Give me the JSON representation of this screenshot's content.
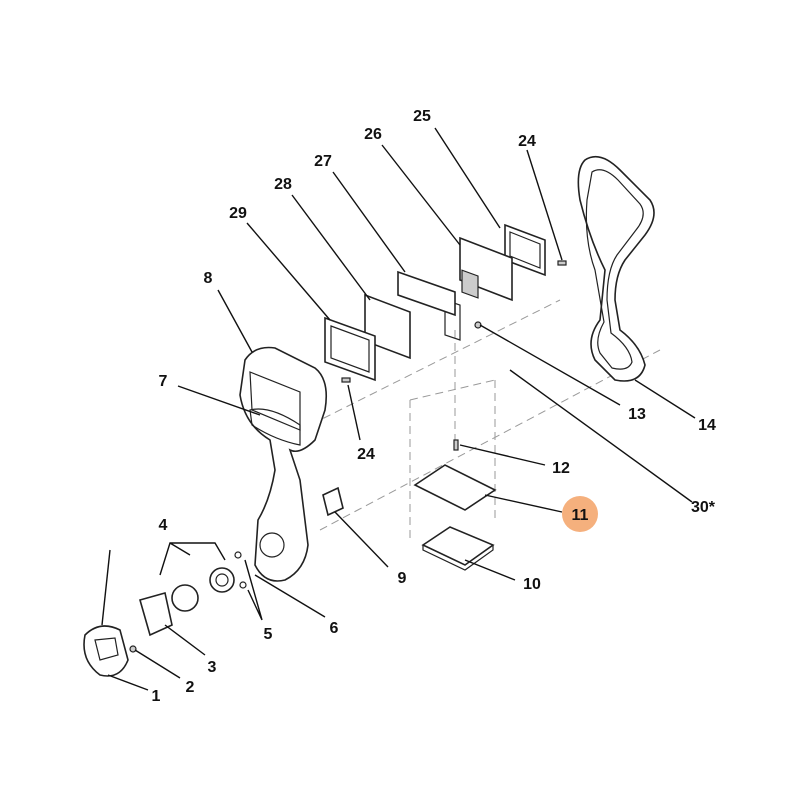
{
  "diagram": {
    "highlight_color": "#f5b07d",
    "callouts": [
      {
        "id": "1",
        "text": "1"
      },
      {
        "id": "2",
        "text": "2"
      },
      {
        "id": "3",
        "text": "3"
      },
      {
        "id": "4",
        "text": "4"
      },
      {
        "id": "5",
        "text": "5"
      },
      {
        "id": "6",
        "text": "6"
      },
      {
        "id": "7",
        "text": "7"
      },
      {
        "id": "8",
        "text": "8"
      },
      {
        "id": "9",
        "text": "9"
      },
      {
        "id": "10",
        "text": "10"
      },
      {
        "id": "11",
        "text": "11"
      },
      {
        "id": "12",
        "text": "12"
      },
      {
        "id": "13",
        "text": "13"
      },
      {
        "id": "14",
        "text": "14"
      },
      {
        "id": "24a",
        "text": "24"
      },
      {
        "id": "24b",
        "text": "24"
      },
      {
        "id": "25",
        "text": "25"
      },
      {
        "id": "26",
        "text": "26"
      },
      {
        "id": "27",
        "text": "27"
      },
      {
        "id": "28",
        "text": "28"
      },
      {
        "id": "29",
        "text": "29"
      },
      {
        "id": "30",
        "text": "30*"
      }
    ]
  }
}
